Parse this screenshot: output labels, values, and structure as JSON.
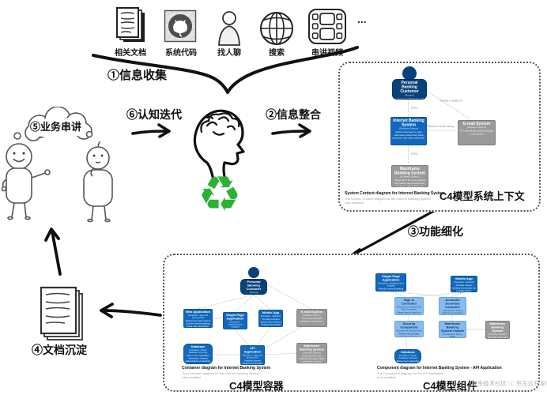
{
  "top_icons": {
    "more": "...",
    "items": [
      {
        "label": "相关文档",
        "icon": "documents-icon"
      },
      {
        "label": "系统代码",
        "icon": "github-icon"
      },
      {
        "label": "找人聊",
        "icon": "person-icon"
      },
      {
        "label": "搜索",
        "icon": "globe-icon"
      },
      {
        "label": "串讲视频",
        "icon": "video-icon"
      }
    ]
  },
  "steps": {
    "step1": "①信息收集",
    "step2": "②信息整合",
    "step3": "③功能细化",
    "step4": "④文档沉淀",
    "step5": "⑤业务串讲",
    "step6": "⑥认知迭代"
  },
  "recycle_icon": "♻",
  "context_diagram": {
    "label": "C4模型系统上下文",
    "title": "System Context diagram for Internet Banking System",
    "sub1": "The System Context diagram for the Internet Banking System.",
    "sub2": "Last modified",
    "person": {
      "title": "Personal Banking Customer",
      "type": "[Person]",
      "desc": "A customer of the bank, with personal bank accounts."
    },
    "ibs": {
      "title": "Internet Banking System",
      "type": "[Software System]",
      "desc": "Allows customers to view information about their bank accounts, and make payments."
    },
    "email": {
      "title": "E-mail System",
      "type": "[Software System]",
      "desc": "The internal Microsoft Exchange e-mail system."
    },
    "mainframe": {
      "title": "Mainframe Banking System",
      "type": "[Software System]",
      "desc": "Stores all of the core banking information about customers, accounts, transactions, etc."
    },
    "rels": {
      "uses_top": "Uses",
      "sends_emails": "Sends e-mails to",
      "sends_email_using": "Sends e-mail using",
      "uses_bottom": "Uses"
    }
  },
  "container_diagram": {
    "label": "C4模型容器",
    "title": "Container diagram for Internet Banking System",
    "sub1": "The Container diagram for the Internet Banking System.",
    "sub2": "Last modified",
    "person": {
      "title": "Personal Banking Customer",
      "type": "[Person]",
      "desc": "A customer of the bank."
    },
    "web_app": {
      "title": "Web Application",
      "type": "[Container: Java and Spring MVC]",
      "desc": "Delivers the static content and the Internet banking single page application."
    },
    "spa": {
      "title": "Single-Page Application",
      "type": "[Container: JavaScript and Angular]",
      "desc": "Provides all of the Internet banking functionality to customers via their web browser."
    },
    "mobile": {
      "title": "Mobile App",
      "type": "[Container: Xamarin]",
      "desc": "Provides a limited subset of the Internet banking functionality to customers via their mobile device."
    },
    "email": {
      "title": "E-mail System",
      "type": "[Software System]",
      "desc": "The internal Microsoft Exchange e-mail system."
    },
    "database": {
      "title": "Database",
      "type": "[Container: Oracle Database Schema]",
      "desc": "Stores user registration information, hashed authentication credentials, access logs, etc."
    },
    "api": {
      "title": "API Application",
      "type": "[Container: Java and Spring MVC]",
      "desc": "Provides Internet banking functionality via a JSON/HTTPS API."
    },
    "mainframe": {
      "title": "Mainframe Banking System",
      "type": "[Software System]",
      "desc": "Stores all of the core banking information about customers, accounts, transactions, etc."
    }
  },
  "component_diagram": {
    "label": "C4模型组件",
    "title": "Component diagram for Internet Banking System - API Application",
    "sub1": "The Component diagram for the API Application.",
    "sub2": "Last modified",
    "spa": {
      "title": "Single-Page Application",
      "type": "[Container: JavaScript and Angular]",
      "desc": "Provides Internet banking functionality via the web browser."
    },
    "mobile": {
      "title": "Mobile App",
      "type": "[Container: Xamarin]",
      "desc": "Provides Internet banking functionality via a mobile device."
    },
    "signin": {
      "title": "Sign In Controller",
      "type": "[Component: Spring MVC Rest Controller]",
      "desc": "Allows users to sign in to the Internet Banking System."
    },
    "accounts": {
      "title": "Accounts Summary Controller",
      "type": "[Component: Spring MVC Rest Controller]",
      "desc": "Provides customers with a summary of their bank accounts."
    },
    "security": {
      "title": "Security Component",
      "type": "[Component: Spring Bean]",
      "desc": "Provides functionality related to signing in, changing passwords, etc."
    },
    "facade": {
      "title": "Mainframe Banking System Facade",
      "type": "[Component: Spring Bean]",
      "desc": "A facade onto the mainframe banking system."
    },
    "mainframe": {
      "title": "Mainframe Banking System",
      "type": "[Software System]",
      "desc": "Stores all of the core banking information."
    },
    "database": {
      "title": "Database",
      "type": "[Container: Oracle Database Schema]",
      "desc": "Stores user registration information, hashed authentication credentials, access logs, etc."
    }
  },
  "watermark": "掘金技术社区 ⓒ 京东云开发者",
  "colors": {
    "person": "#08427b",
    "container": "#1168bd",
    "component": "#85bbf0",
    "external": "#9a9a9a",
    "recycle": "#2db135"
  }
}
